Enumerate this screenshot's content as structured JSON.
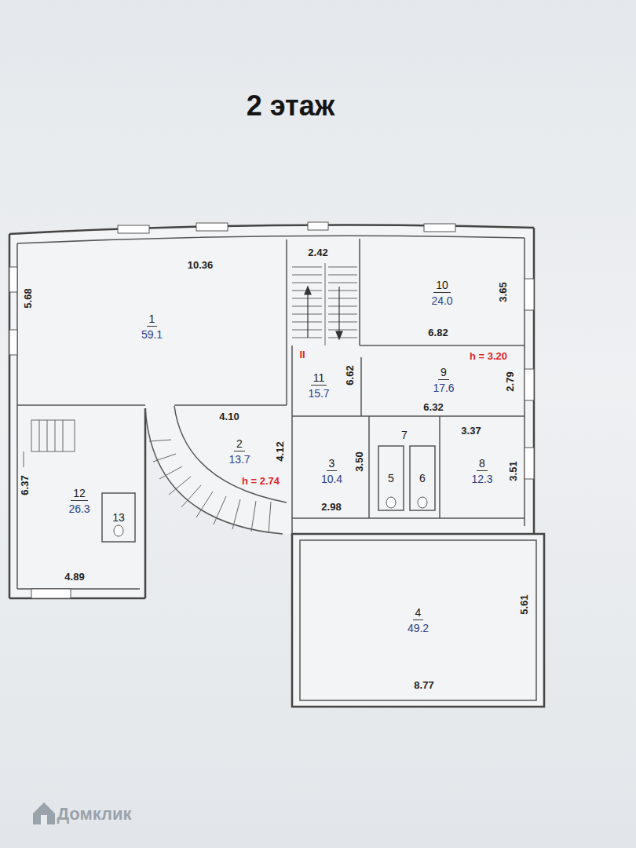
{
  "diagram": {
    "title": "2 этаж",
    "nodes": [
      {
        "text": [
          "1",
          "59.1"
        ]
      },
      {
        "text": [
          "10",
          "24.0"
        ]
      },
      {
        "text": [
          "11",
          "15.7"
        ]
      },
      {
        "text": [
          "9",
          "17.6"
        ]
      },
      {
        "text": [
          "2",
          "13.7"
        ]
      },
      {
        "text": [
          "3",
          "10.4"
        ]
      },
      {
        "text": [
          "7"
        ]
      },
      {
        "text": [
          "5"
        ]
      },
      {
        "text": [
          "6"
        ]
      },
      {
        "text": [
          "8",
          "12.3"
        ]
      },
      {
        "text": [
          "12",
          "26.3"
        ]
      },
      {
        "text": [
          "13"
        ],
        "in": 10
      },
      {
        "text": [
          "4",
          "49.2"
        ]
      }
    ],
    "labels": [
      "10.36",
      "5.68",
      "2.42",
      "3.65",
      "6.82",
      "6.62",
      "h = 3.20",
      "II",
      "2.79",
      "6.32",
      "4.10",
      "4.12",
      "h = 2.74",
      "3.50",
      "2.98",
      "3.37",
      "3.51",
      "6.37",
      "4.89",
      "5.61",
      "8.77",
      "Домклик"
    ]
  }
}
